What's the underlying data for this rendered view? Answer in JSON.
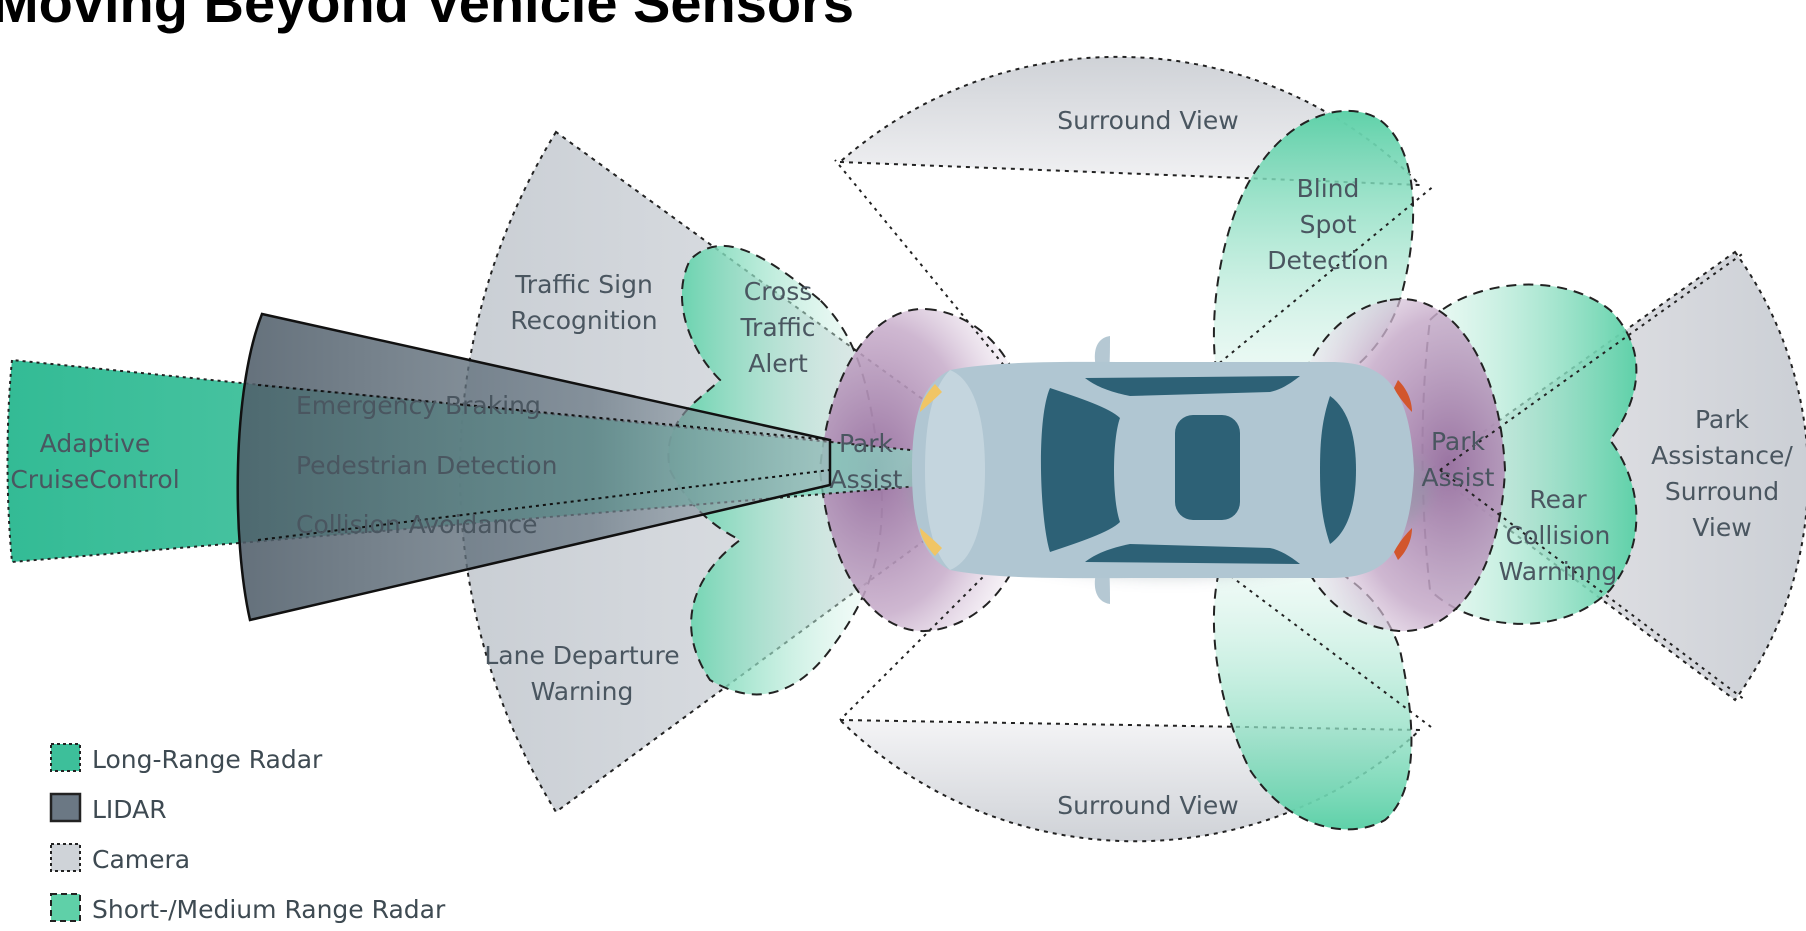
{
  "title": "Moving Beyond Vehicle Sensors",
  "colors": {
    "long_range_radar": "#3dbf9a",
    "lidar": "#5e6b77",
    "camera": "#cfd3d8",
    "short_medium_radar": "#5fd0a8",
    "park_assist": "#a882ad",
    "car_body": "#aec4d0",
    "car_glass": "#2f6478"
  },
  "zones": {
    "adaptive_cruise_control": [
      "Adaptive",
      "CruiseControl"
    ],
    "emergency_braking": "Emergency Braking",
    "pedestrian_detection": "Pedestrian Detection",
    "collision_avoidance": "Collision Avoidance",
    "traffic_sign_recognition": [
      "Traffic Sign",
      "Recognition"
    ],
    "cross_traffic_alert": [
      "Cross",
      "Traffic",
      "Alert"
    ],
    "lane_departure_warning": [
      "Lane Departure",
      "Warning"
    ],
    "park_assist_front": [
      "Park",
      "Assist"
    ],
    "park_assist_rear": [
      "Park",
      "Assist"
    ],
    "surround_view_top": "Surround View",
    "surround_view_bottom": "Surround View",
    "blind_spot_detection": [
      "Blind",
      "Spot",
      "Detection"
    ],
    "rear_collision_warning": [
      "Rear",
      "Collision",
      "Warninng"
    ],
    "park_assistance_surround_view": [
      "Park",
      "Assistance/",
      "Surround",
      "View"
    ]
  },
  "legend": [
    {
      "label": "Long-Range Radar",
      "icon": "long-range-radar-swatch"
    },
    {
      "label": "LIDAR",
      "icon": "lidar-swatch"
    },
    {
      "label": "Camera",
      "icon": "camera-swatch"
    },
    {
      "label": "Short-/Medium Range Radar",
      "icon": "short-medium-radar-swatch"
    }
  ]
}
